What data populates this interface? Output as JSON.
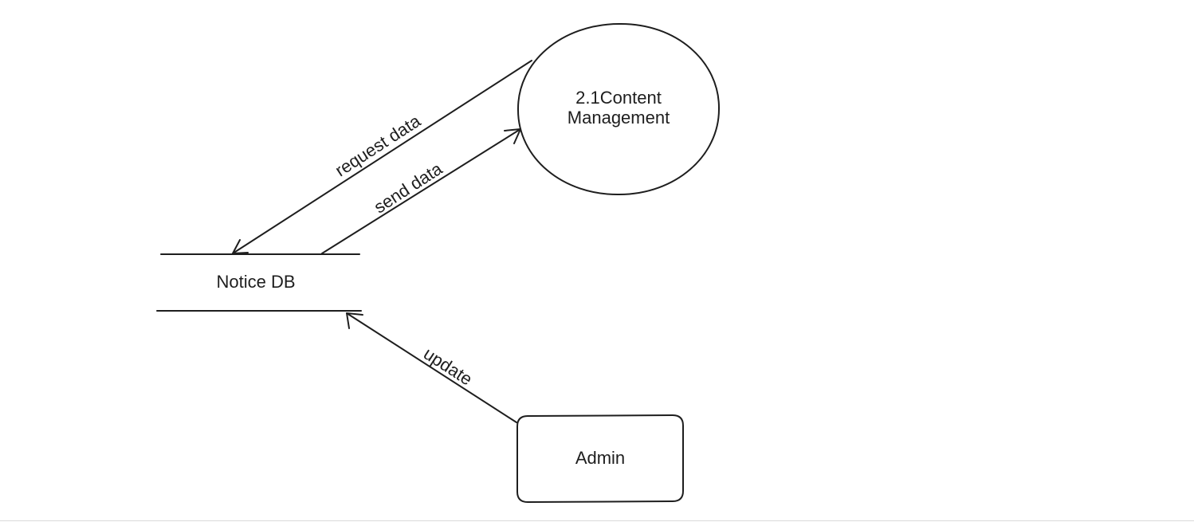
{
  "diagram": {
    "process": {
      "line1": "2.1Content",
      "line2": "Management"
    },
    "data_store": {
      "label": "Notice DB"
    },
    "entity": {
      "label": "Admin"
    },
    "flows": {
      "request": "request data",
      "send": "send data",
      "update": "update"
    }
  },
  "colors": {
    "stroke": "#1e1e1e",
    "background": "#ffffff"
  }
}
